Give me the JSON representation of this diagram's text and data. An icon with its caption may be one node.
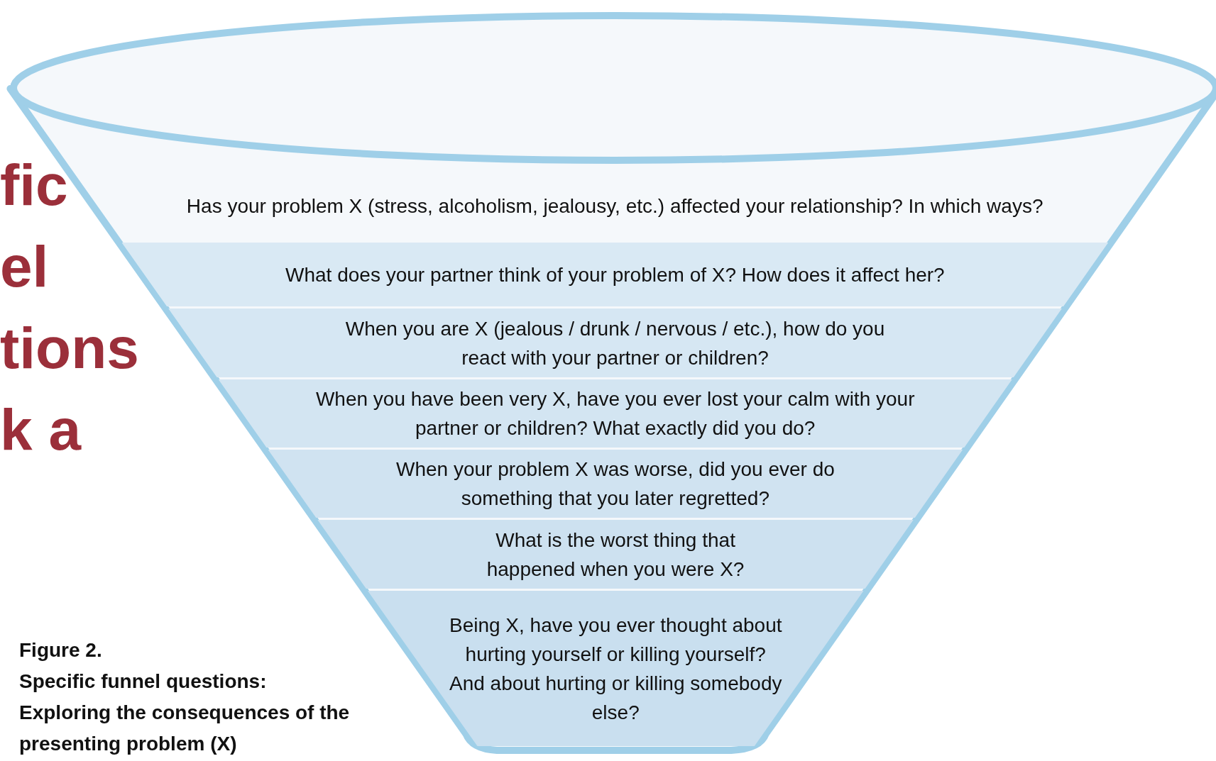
{
  "diagram": {
    "caption": "Specific funnel questions: Exploring the consequences of the presenting problem (X)",
    "nodes": [
      {
        "text": [
          "Has your problem X (stress, alcoholism, jealousy, etc.) affected your relationship? In which ways?"
        ]
      },
      {
        "text": [
          "What does your partner think of your problem of X? How does it affect her?"
        ]
      },
      {
        "text": [
          "When you are X (jealous / drunk / nervous / etc.), how do you react with your partner or children?"
        ]
      },
      {
        "text": [
          "When you have been very X, have you ever lost your calm with your partner or children? What exactly did you do?"
        ]
      },
      {
        "text": [
          "When your problem X was worse, did you ever do something that you later regretted?"
        ]
      },
      {
        "text": [
          "What is the worst thing that happened when you were X?"
        ]
      },
      {
        "text": [
          "Being X, have you ever thought about hurting yourself or killing yourself?",
          "And about hurting or killing somebody else?"
        ]
      }
    ],
    "labels": [
      "fic",
      "el",
      "tions",
      "k a",
      "Figure 2."
    ]
  }
}
